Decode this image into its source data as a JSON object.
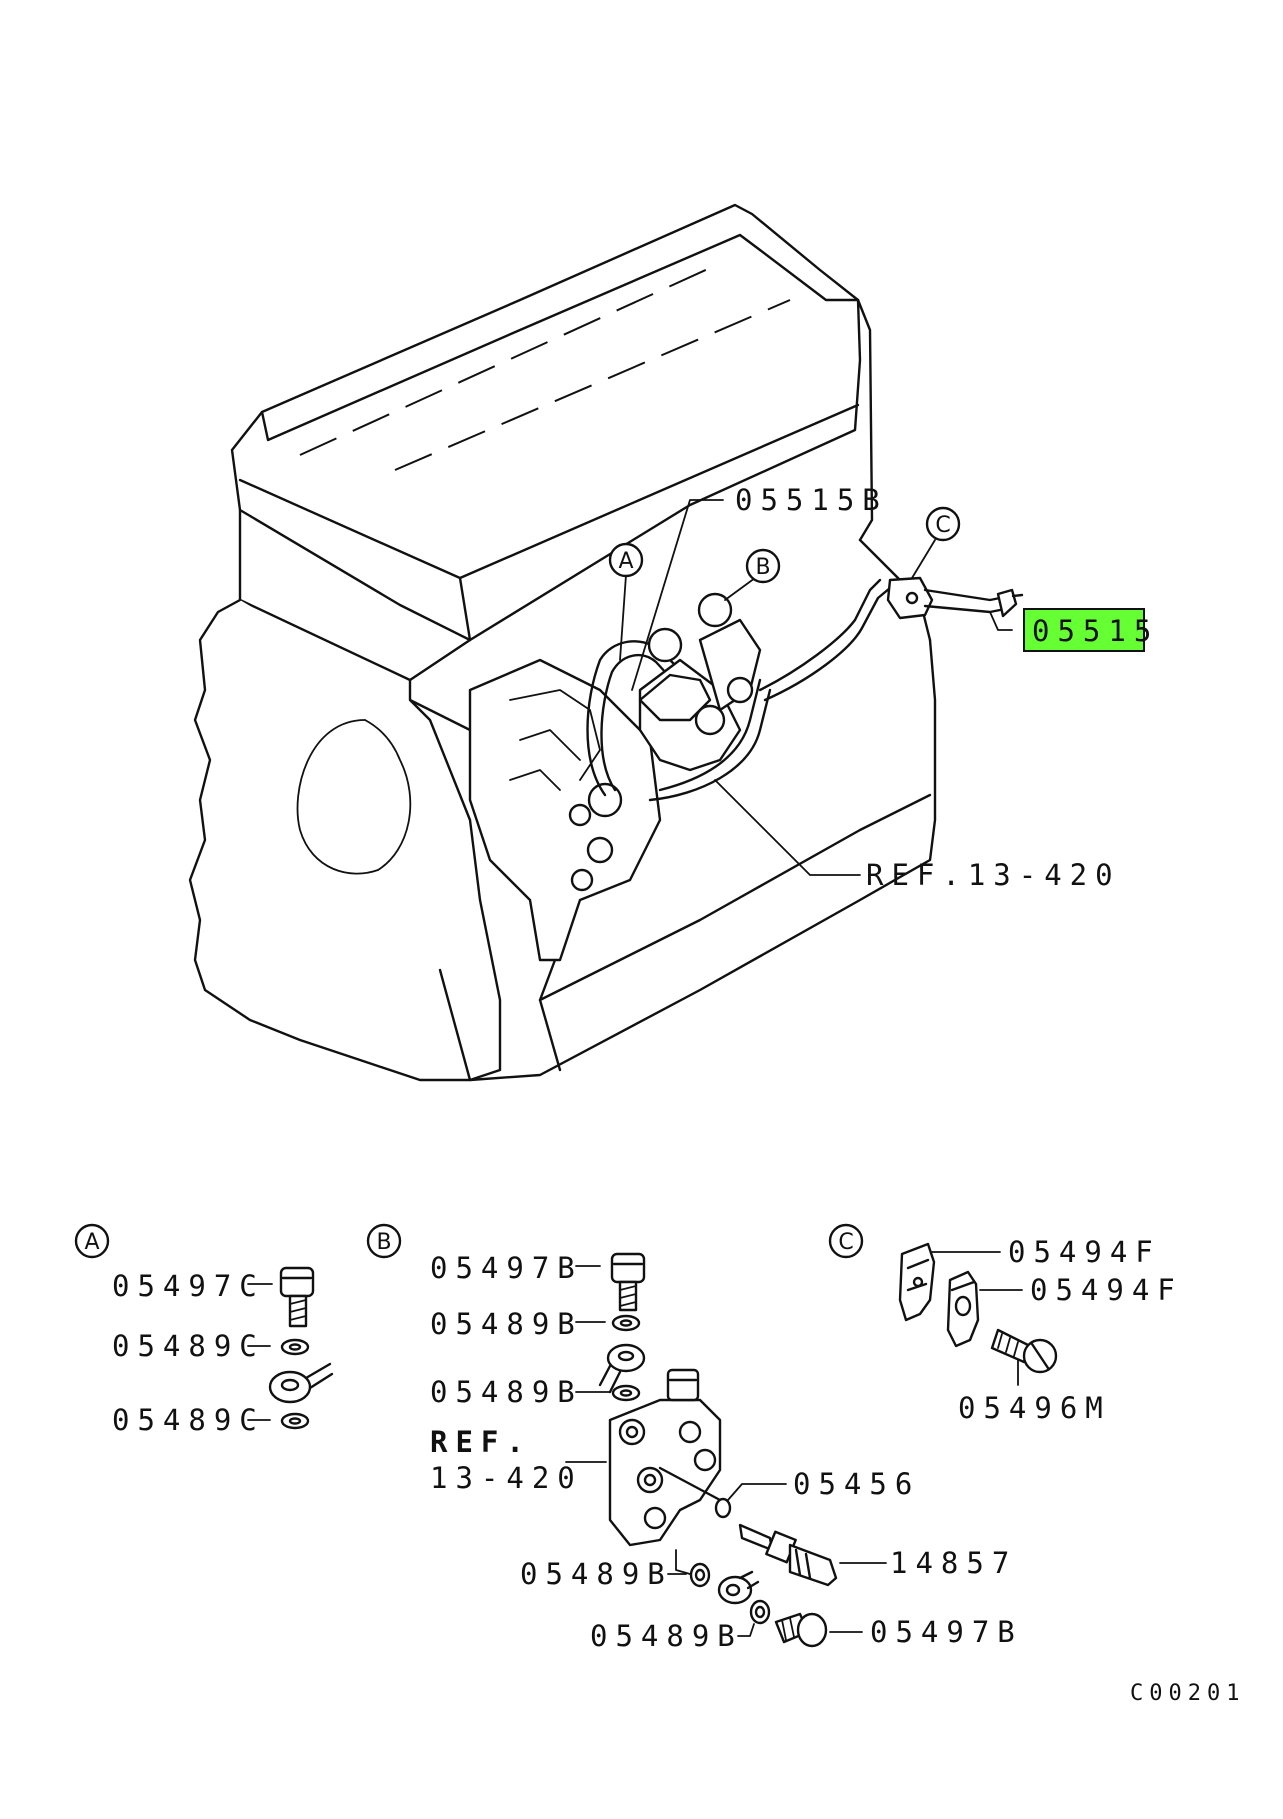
{
  "parts": {
    "main_line": "05515",
    "pipe": "05515B",
    "ref_main": "REF.13-420"
  },
  "callouts": {
    "a": "A",
    "b": "B",
    "c": "C"
  },
  "detail_a": {
    "bolt": "05497C",
    "washer_top": "05489C",
    "washer_bottom": "05489C"
  },
  "detail_b": {
    "bolt_top": "05497B",
    "washer_1": "05489B",
    "washer_2": "05489B",
    "ref_word": "REF.",
    "ref_num": "13-420",
    "oring": "05456",
    "sensor": "14857",
    "washer_3": "05489B",
    "washer_4": "05489B",
    "bolt_bottom": "05497B"
  },
  "detail_c": {
    "clamp_1": "05494F",
    "clamp_2": "05494F",
    "bolt": "05496M"
  },
  "footer": {
    "diagram_code": "C00201"
  },
  "colors": {
    "highlight": "#66ff33",
    "line": "#111111",
    "background": "#ffffff"
  }
}
